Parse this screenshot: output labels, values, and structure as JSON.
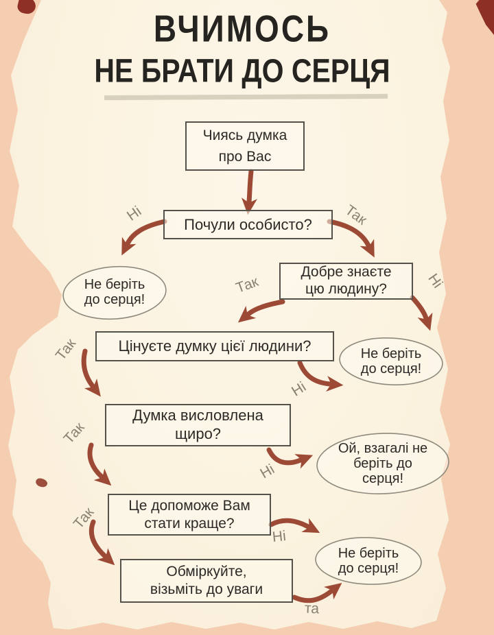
{
  "title": {
    "line1": "ВЧИМОСЬ",
    "line2": "НЕ БРАТИ ДО СЕРЦЯ"
  },
  "flow": {
    "boxes": [
      {
        "lines": [
          "Чиясь думка",
          "про Вас"
        ]
      },
      {
        "lines": [
          "Почули особисто?"
        ]
      },
      {
        "lines": [
          "Добре знаєте",
          "цю людину?"
        ]
      },
      {
        "lines": [
          "Цінуєте думку цієї людини?"
        ]
      },
      {
        "lines": [
          "Думка висловлена",
          "щиро?"
        ]
      },
      {
        "lines": [
          "Це допоможе Вам",
          "стати краще?"
        ]
      },
      {
        "lines": [
          "Обміркуйте,",
          "візьміть до уваги"
        ]
      }
    ],
    "ovals": [
      {
        "lines": [
          "Не беріть",
          "до серця!"
        ]
      },
      {
        "lines": [
          "Не беріть",
          "до серця!"
        ]
      },
      {
        "lines": [
          "Ой, взагалі не",
          "беріть до",
          "серця!"
        ]
      },
      {
        "lines": [
          "Не беріть",
          "до серця!"
        ]
      }
    ],
    "edge_labels": [
      {
        "text": "Ні"
      },
      {
        "text": "Так"
      },
      {
        "text": "Так"
      },
      {
        "text": "Ні"
      },
      {
        "text": "Так"
      },
      {
        "text": "Ні"
      },
      {
        "text": "Так"
      },
      {
        "text": "Ні"
      },
      {
        "text": "Так"
      },
      {
        "text": "Ні"
      },
      {
        "text": "та"
      }
    ]
  },
  "colors": {
    "background_pink": "#f5cdb1",
    "paper_cream": "#fcf3e2",
    "arrow_brown": "#9c4a36",
    "box_border": "#54514a",
    "text_dark": "#2c2a26",
    "label_gray": "#8b8173",
    "underline_tan": "#d8d1bd",
    "corner_maroon": "#8e2f25"
  }
}
